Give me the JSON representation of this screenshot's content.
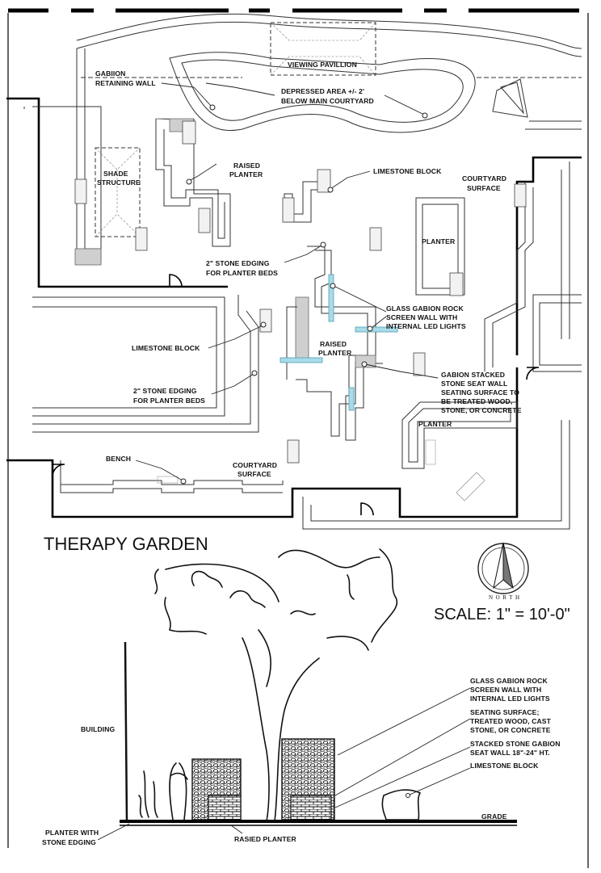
{
  "plan": {
    "title": "THERAPY GARDEN",
    "scale": "SCALE: 1\" = 10'-0\"",
    "north": "NORTH",
    "labels": {
      "viewing_pavilion": "VIEWING PAVILLION",
      "gabion_wall_1": "GABIION",
      "gabion_wall_2": "RETAINING WALL",
      "depressed_1": "DEPRESSED AREA +/- 2'",
      "depressed_2": "BELOW MAIN COURTYARD",
      "shade_1": "SHADE",
      "shade_2": "STRUCTURE",
      "raised_planter_1": "RAISED",
      "raised_planter_2": "PLANTER",
      "limestone_block_top": "LIMESTONE BLOCK",
      "courtyard_top_1": "COURTYARD",
      "courtyard_top_2": "SURFACE",
      "planter_right": "PLANTER",
      "stone_edging_top_1": "2\" STONE EDGING",
      "stone_edging_top_2": "FOR PLANTER BEDS",
      "glass_gabion_1": "GLASS GABION ROCK",
      "glass_gabion_2": "SCREEN WALL WITH",
      "glass_gabion_3": "INTERNAL LED LIGHTS",
      "limestone_block_left": "LIMESTONE BLOCK",
      "raised_center_1": "RAISED",
      "raised_center_2": "PLANTER",
      "gabion_seat_1": "GABION STACKED",
      "gabion_seat_2": "STONE SEAT WALL",
      "gabion_seat_3": "SEATING SURFACE TO",
      "gabion_seat_4": "BE TREATED WOOD,",
      "gabion_seat_5": "STONE, OR CONCRETE",
      "stone_edging_mid_1": "2\" STONE EDGING",
      "stone_edging_mid_2": "FOR PLANTER BEDS",
      "planter_lower": "PLANTER",
      "bench": "BENCH",
      "courtyard_bottom_1": "COURTYARD",
      "courtyard_bottom_2": "SURFACE"
    }
  },
  "section": {
    "labels": {
      "glass_gabion_1": "GLASS GABION ROCK",
      "glass_gabion_2": "SCREEN WALL WITH",
      "glass_gabion_3": "INTERNAL LED LIGHTS",
      "seating_1": "SEATING SURFACE;",
      "seating_2": "TREATED WOOD, CAST",
      "seating_3": "STONE, OR CONCRETE",
      "stacked_1": "STACKED STONE GABION",
      "stacked_2": "SEAT WALL 18\"-24\" HT.",
      "limestone": "LIMESTONE BLOCK",
      "building": "BUILDING",
      "grade": "GRADE",
      "planter_edging_1": "PLANTER WITH",
      "planter_edging_2": "STONE EDGING",
      "raised_planter": "RASIED  PLANTER"
    }
  },
  "colors": {
    "glass": "#a9dbe8",
    "wall": "#000000",
    "gray_fill": "#cfcfcf"
  }
}
